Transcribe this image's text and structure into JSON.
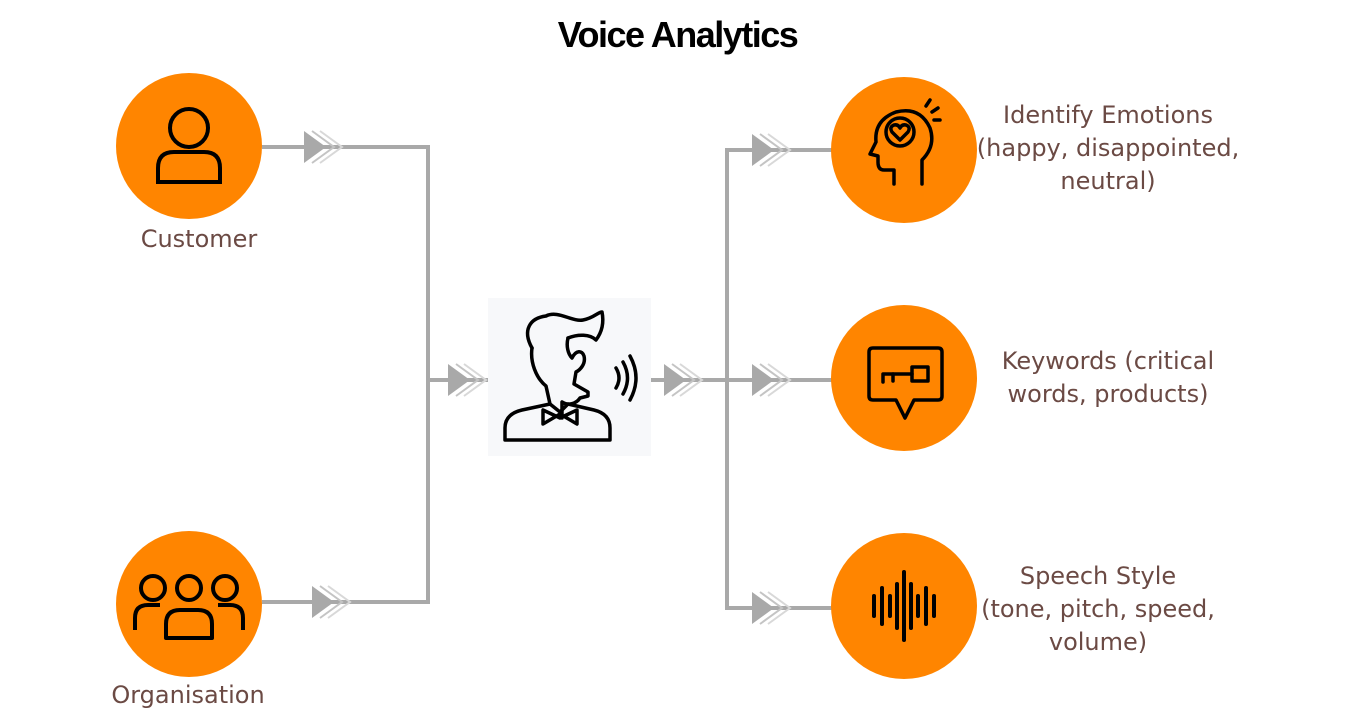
{
  "title": "Voice Analytics",
  "colors": {
    "circle": "#FF8500",
    "connector": "#A9A9A9",
    "label": "#6B4A44",
    "icon": "#000000",
    "center_bg": "#F7F8FA"
  },
  "inputs": [
    {
      "label": "Customer",
      "icon": "person-icon"
    },
    {
      "label": "Organisation",
      "icon": "group-icon"
    }
  ],
  "center": {
    "icon": "speaking-person-icon"
  },
  "outputs": [
    {
      "lines": [
        "Identify Emotions",
        "(happy, disappointed,",
        "neutral)"
      ],
      "icon": "head-heart-icon"
    },
    {
      "lines": [
        "Keywords (critical",
        "words, products)"
      ],
      "icon": "speech-bubble-key-icon"
    },
    {
      "lines": [
        "Speech Style",
        "(tone, pitch, speed,",
        "volume)"
      ],
      "icon": "sound-wave-icon"
    }
  ]
}
